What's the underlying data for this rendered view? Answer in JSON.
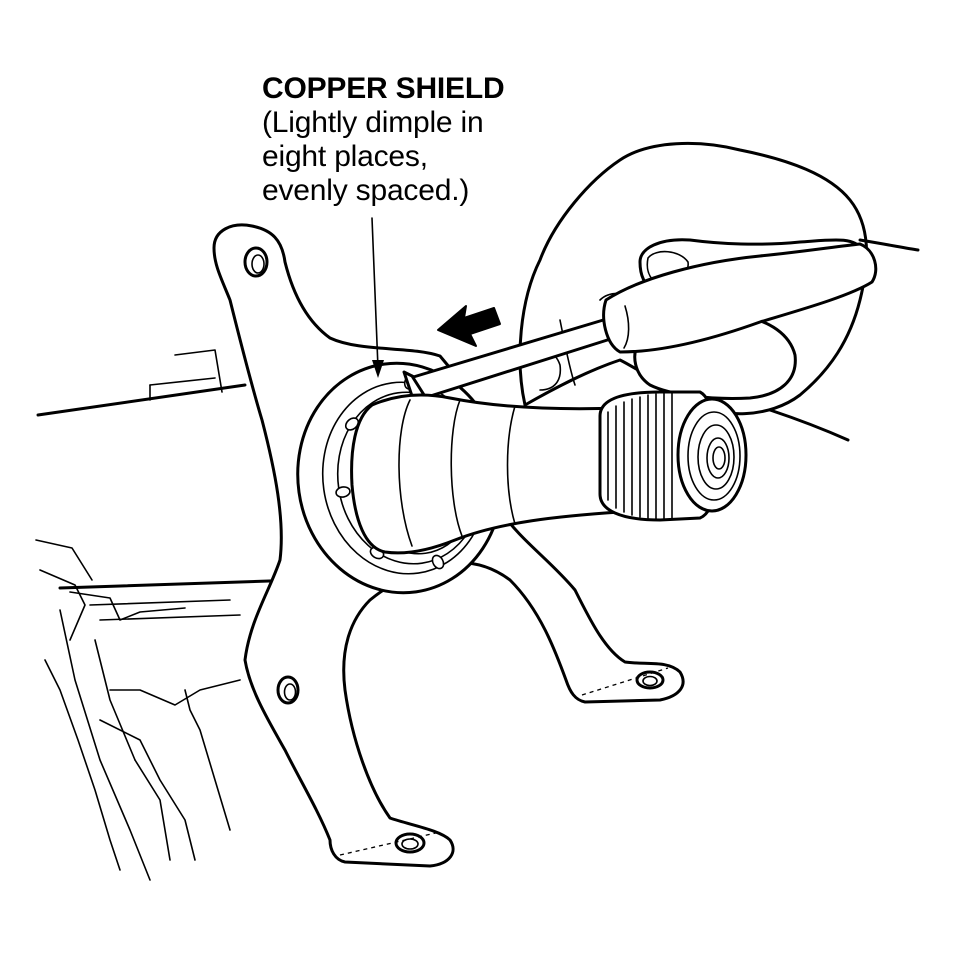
{
  "callout": {
    "title": "COPPER SHIELD",
    "line1": "(Lightly dimple in",
    "line2": "eight places,",
    "line3": "evenly spaced.)"
  },
  "colors": {
    "ink": "#000000",
    "paper": "#ffffff"
  }
}
